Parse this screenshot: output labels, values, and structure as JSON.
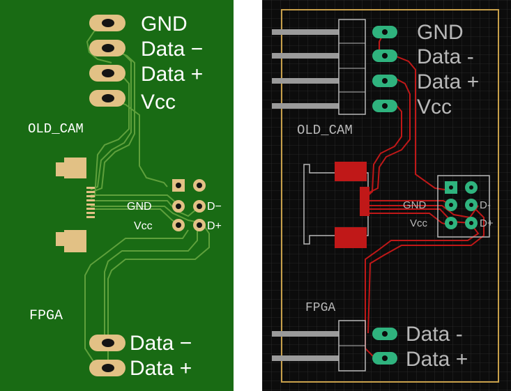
{
  "left_board": {
    "background_color": "#196b14",
    "trace_color": "#5fa03c",
    "pad_color": "#e2c185",
    "silk_color": "#ffffff",
    "camera_connector": {
      "pins": [
        "GND",
        "Data −",
        "Data +",
        "Vcc"
      ]
    },
    "camera_label": "OLD_CAM",
    "usb_header": {
      "left_labels": [
        "GND",
        "Vcc"
      ],
      "right_labels": [
        "D−",
        "D+"
      ]
    },
    "fpga_label": "FPGA",
    "fpga_connector": {
      "pins": [
        "Data −",
        "Data +"
      ]
    }
  },
  "right_board": {
    "background_color": "#0c0c0c",
    "grid_color": "#3a3a3a",
    "outline_color": "#c8a04a",
    "trace_color": "#c01818",
    "pad_color": "#2fb37e",
    "silk_color": "#b8b8b8",
    "camera_connector": {
      "pins": [
        "GND",
        "Data -",
        "Data +",
        "Vcc"
      ]
    },
    "camera_label": "OLD_CAM",
    "usb_header": {
      "left_labels": [
        "GND",
        "Vcc"
      ],
      "right_labels": [
        "D-",
        "D+"
      ]
    },
    "fpga_label": "FPGA",
    "fpga_connector": {
      "pins": [
        "Data -",
        "Data +"
      ]
    }
  }
}
